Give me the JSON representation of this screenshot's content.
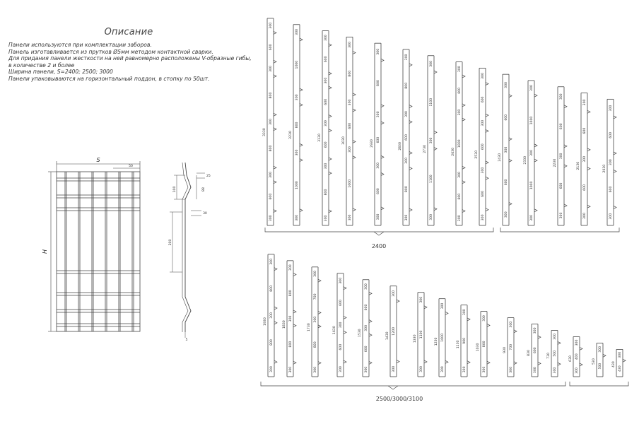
{
  "description": {
    "title": "Описание",
    "lines": [
      "Панели используются при комплектации заборов.",
      "Панель изготавливается из прутков Ø5мм методом контактной сварки.",
      "Для придания панели жесткости на ней равномерно расположены V-образные гибы,",
      "в количестве 2 и более",
      "Ширина панели, S=2400; 2500; 3000",
      "Панели упаковываются на горизонтальный поддон, в стопку по 50шт."
    ]
  },
  "panel_drawing": {
    "width_label": "S",
    "height_label": "H",
    "edge_label": "50"
  },
  "profile_drawing": {
    "labels": [
      "25",
      "100",
      "88",
      "30",
      "200",
      "5"
    ]
  },
  "groups": [
    {
      "label": "2400"
    },
    {
      "label": "2500/3000/3100"
    }
  ],
  "top_panels": [
    {
      "height": "3330",
      "segments": [
        "300",
        "600",
        "300",
        "800",
        "300",
        "800",
        "300",
        "600",
        "300"
      ]
    },
    {
      "height": "3230",
      "segments": [
        "300",
        "1000",
        "300",
        "800",
        "300",
        "1000",
        "300"
      ]
    },
    {
      "height": "3130",
      "segments": [
        "300",
        "600",
        "300",
        "600",
        "300",
        "600",
        "300",
        "800",
        "300"
      ]
    },
    {
      "height": "3030",
      "segments": [
        "300",
        "800",
        "300",
        "600",
        "300",
        "1000",
        "300"
      ]
    },
    {
      "height": "2930",
      "segments": [
        "300",
        "800",
        "300",
        "600",
        "300",
        "600",
        "300"
      ]
    },
    {
      "height": "2830",
      "segments": [
        "300",
        "800",
        "300",
        "600",
        "300",
        "800",
        "300"
      ]
    },
    {
      "height": "2730",
      "segments": [
        "300",
        "1100",
        "300",
        "1100",
        "300"
      ]
    },
    {
      "height": "2630",
      "segments": [
        "300",
        "600",
        "300",
        "1000",
        "300",
        "600",
        "300"
      ]
    },
    {
      "height": "2530",
      "segments": [
        "300",
        "600",
        "300",
        "600",
        "300",
        "600",
        "300"
      ]
    },
    {
      "height": "2430",
      "segments": [
        "300",
        "600",
        "300",
        "600",
        "300"
      ]
    },
    {
      "height": "2330",
      "segments": [
        "300",
        "1000",
        "300",
        "1000",
        "300"
      ]
    },
    {
      "height": "2230",
      "segments": [
        "300",
        "600",
        "300",
        "600",
        "300"
      ]
    },
    {
      "height": "2130",
      "segments": [
        "300",
        "600",
        "300",
        "600",
        "300"
      ]
    },
    {
      "height": "2030",
      "segments": [
        "300",
        "600",
        "300",
        "600",
        "300"
      ]
    }
  ],
  "bottom_panels": [
    {
      "height": "1930",
      "segments": [
        "300",
        "800",
        "300",
        "800",
        "300"
      ]
    },
    {
      "height": "1830",
      "segments": [
        "300",
        "800",
        "300",
        "800",
        "300"
      ]
    },
    {
      "height": "1730",
      "segments": [
        "300",
        "700",
        "300",
        "800",
        "300"
      ]
    },
    {
      "height": "1630",
      "segments": [
        "300",
        "600",
        "300",
        "600",
        "300"
      ]
    },
    {
      "height": "1530",
      "segments": [
        "300",
        "600",
        "300",
        "600",
        "300"
      ]
    },
    {
      "height": "1430",
      "segments": [
        "300",
        "1200",
        "300"
      ]
    },
    {
      "height": "1330",
      "segments": [
        "300",
        "1100",
        "300"
      ]
    },
    {
      "height": "1230",
      "segments": [
        "300",
        "1000",
        "300"
      ]
    },
    {
      "height": "1130",
      "segments": [
        "300",
        "900",
        "300"
      ]
    },
    {
      "height": "1030",
      "segments": [
        "300",
        "800",
        "300"
      ]
    },
    {
      "height": "930",
      "segments": [
        "300",
        "700",
        "300"
      ]
    },
    {
      "height": "830",
      "segments": [
        "300",
        "600",
        "300"
      ]
    },
    {
      "height": "730",
      "segments": [
        "300",
        "500",
        "300"
      ]
    },
    {
      "height": "630",
      "segments": [
        "300",
        "400",
        "300"
      ]
    },
    {
      "height": "530",
      "segments": [
        "300",
        "500"
      ]
    },
    {
      "height": "430",
      "segments": [
        "300",
        "430"
      ]
    }
  ]
}
